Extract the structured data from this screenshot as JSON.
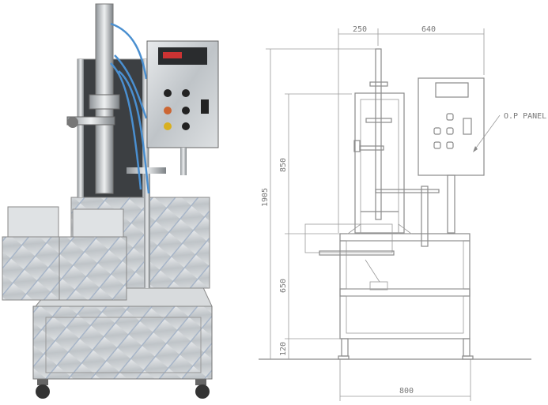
{
  "photo": {
    "subject": "filling-machine"
  },
  "drawing": {
    "dimensions": {
      "top_left_width": "250",
      "top_right_width": "640",
      "total_height": "1905",
      "upper_height": "850",
      "table_height": "650",
      "leg_height": "120",
      "base_width": "800"
    },
    "callout": "O.P PANEL"
  },
  "colors": {
    "steel": "#c9cdd0",
    "tube": "#4a8fd0",
    "panel": "#9aa0a4",
    "line": "#8a8a8a"
  }
}
